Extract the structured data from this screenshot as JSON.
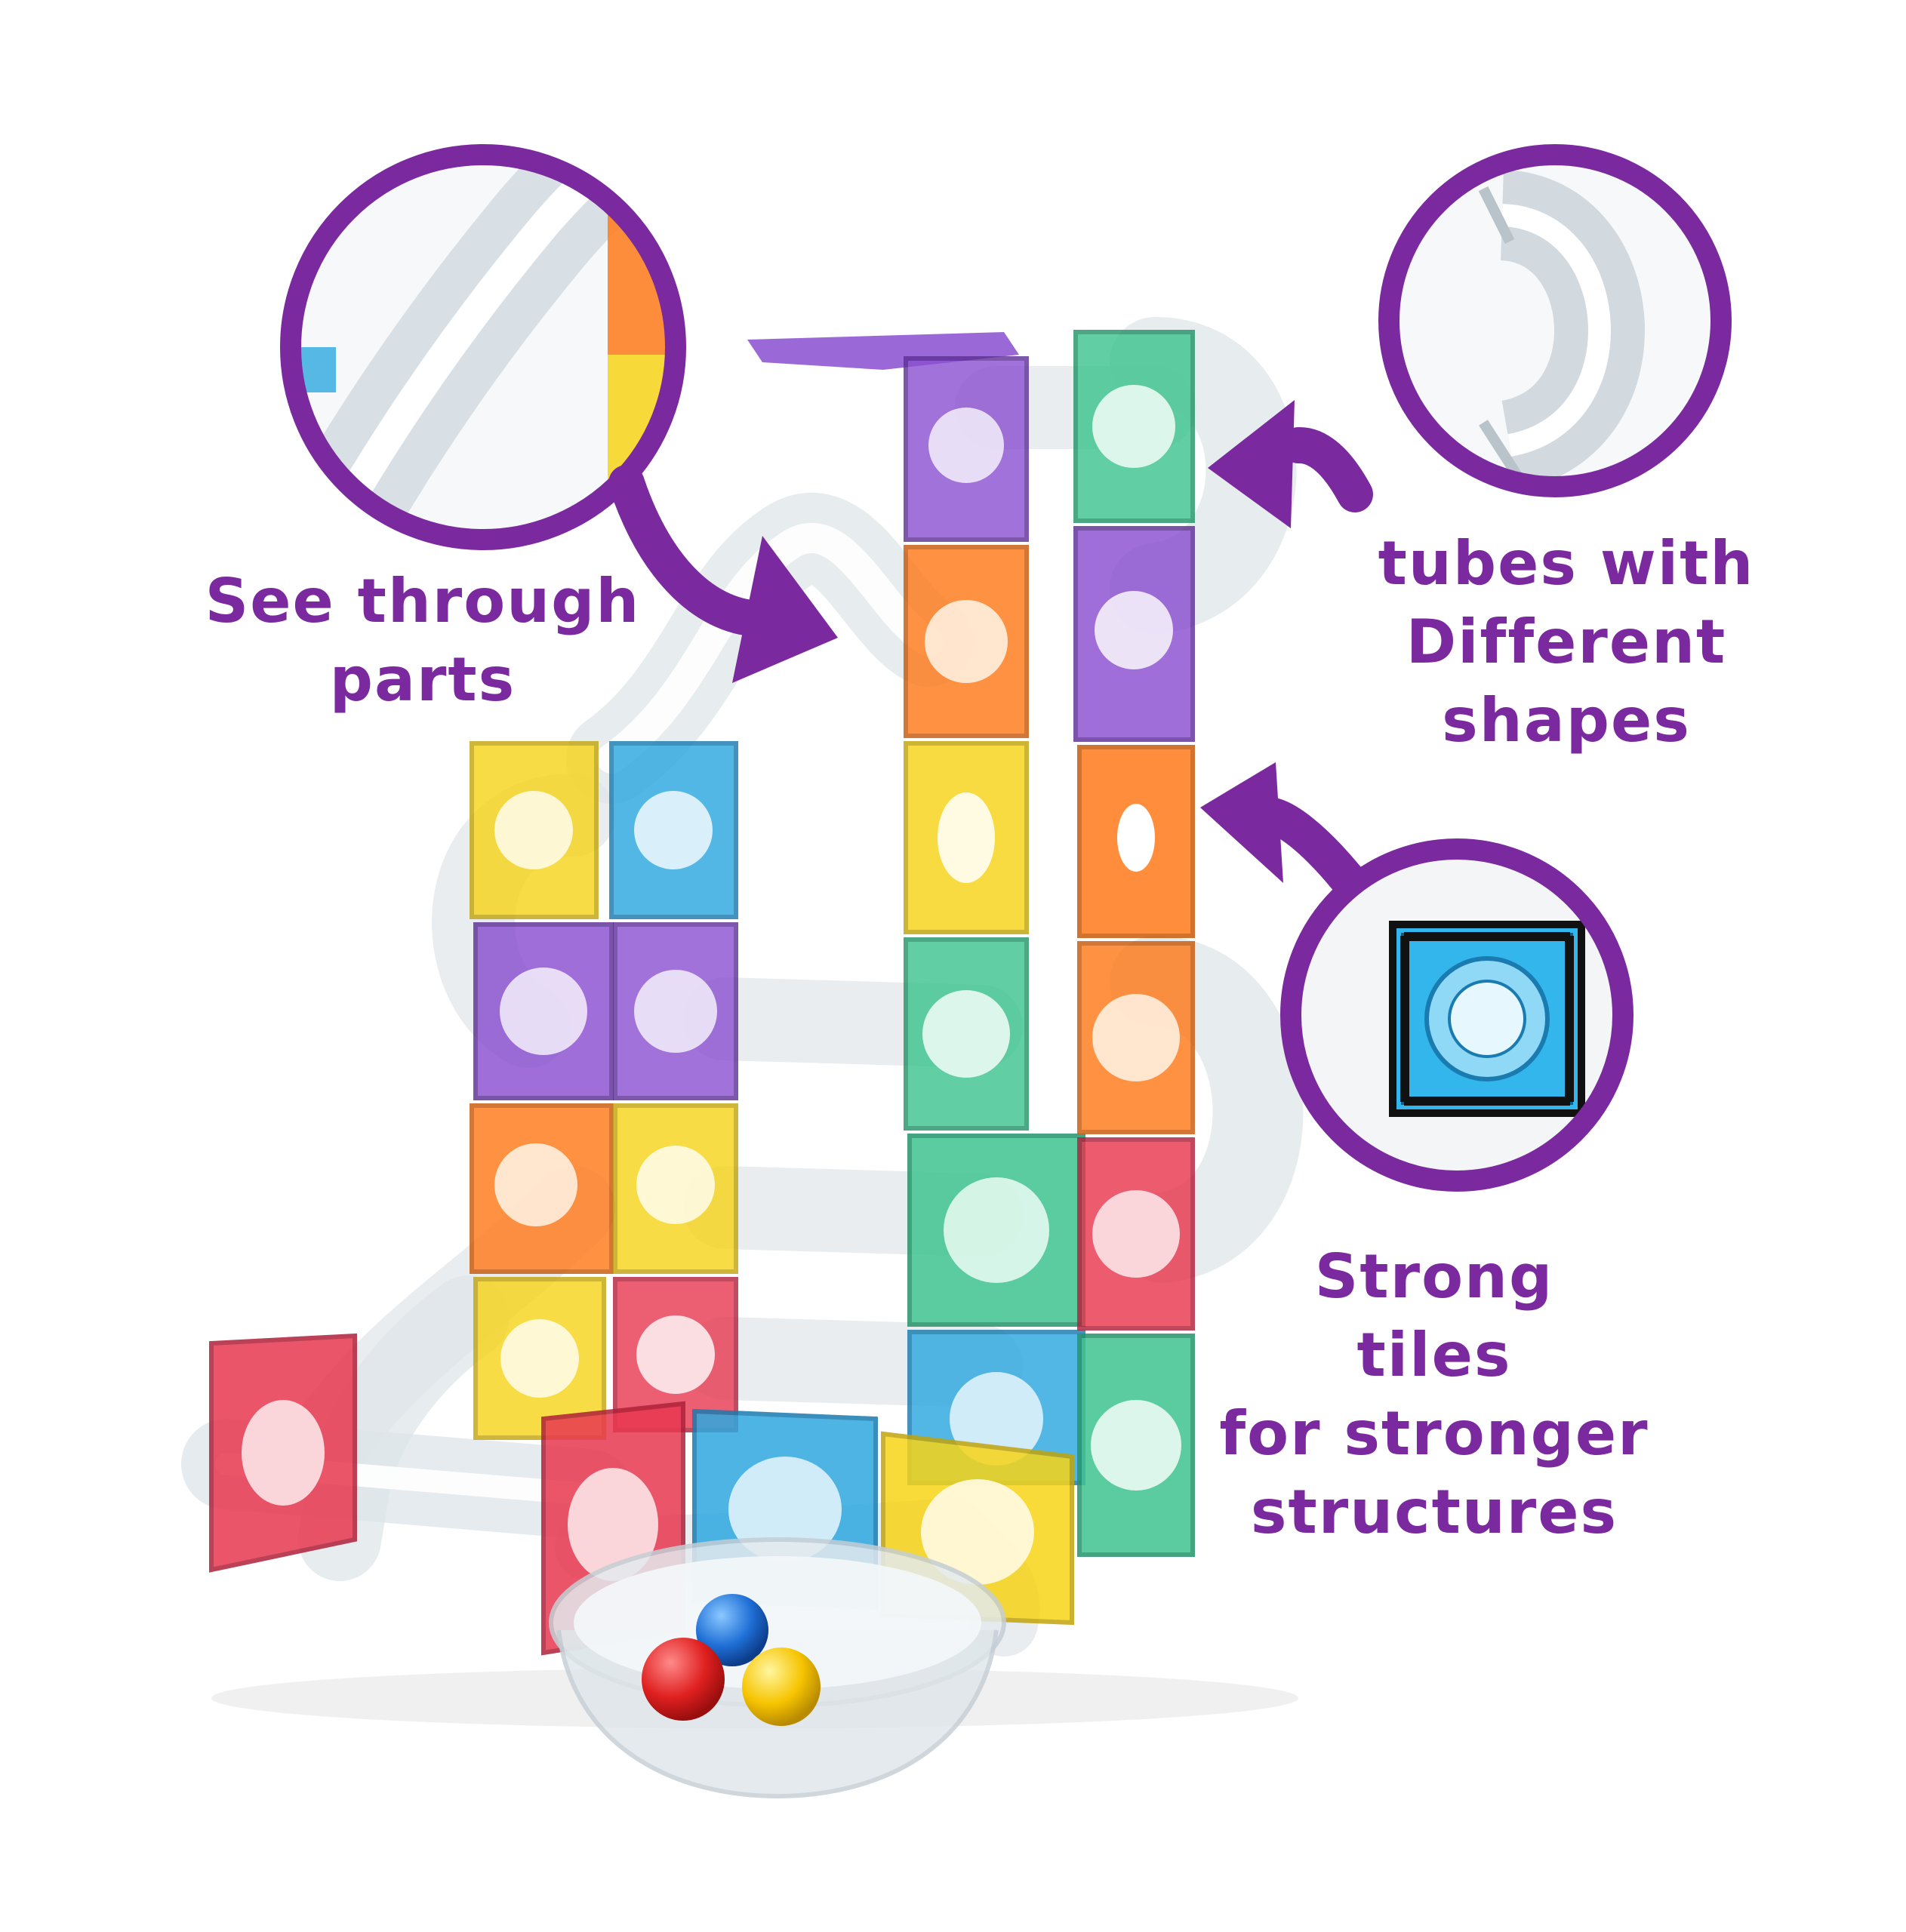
{
  "callouts": {
    "see_through": {
      "lines": [
        "See through",
        "parts"
      ]
    },
    "tubes": {
      "lines": [
        "tubes with",
        "Different",
        "shapes"
      ]
    },
    "tiles": {
      "lines": [
        "Strong",
        "tiles",
        "for stronger",
        "structures"
      ]
    }
  },
  "colors": {
    "accent_purple": "#7a2a9e",
    "tile_red": "#e8384f",
    "tile_orange": "#ff7a1a",
    "tile_yellow": "#f7d417",
    "tile_green": "#3fc48f",
    "tile_blue": "#2ea8e0",
    "tile_purple": "#8a4fd0"
  },
  "product": {
    "balls": [
      "red-ball",
      "blue-ball",
      "yellow-ball"
    ]
  }
}
